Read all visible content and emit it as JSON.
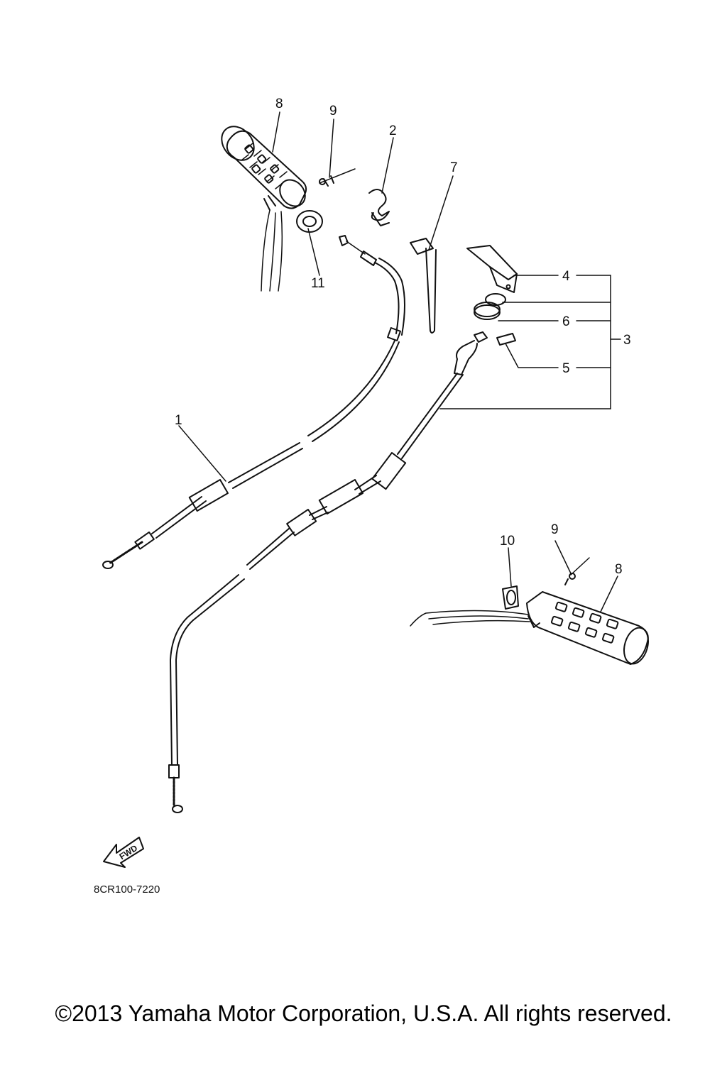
{
  "diagram": {
    "callouts": {
      "grip_left": "8",
      "end_pin_left": "9",
      "clip": "2",
      "band": "7",
      "lever_assy": "4",
      "washer": "6",
      "throttle_assy": "3",
      "pin": "5",
      "cable_1": "1",
      "collar_11": "11",
      "collar_10": "10",
      "end_pin_right": "9",
      "grip_right": "8"
    },
    "direction_label": "FWD",
    "diagram_code": "8CR100-7220"
  },
  "footer": {
    "copyright": "©2013 Yamaha Motor Corporation, U.S.A. All rights reserved."
  }
}
